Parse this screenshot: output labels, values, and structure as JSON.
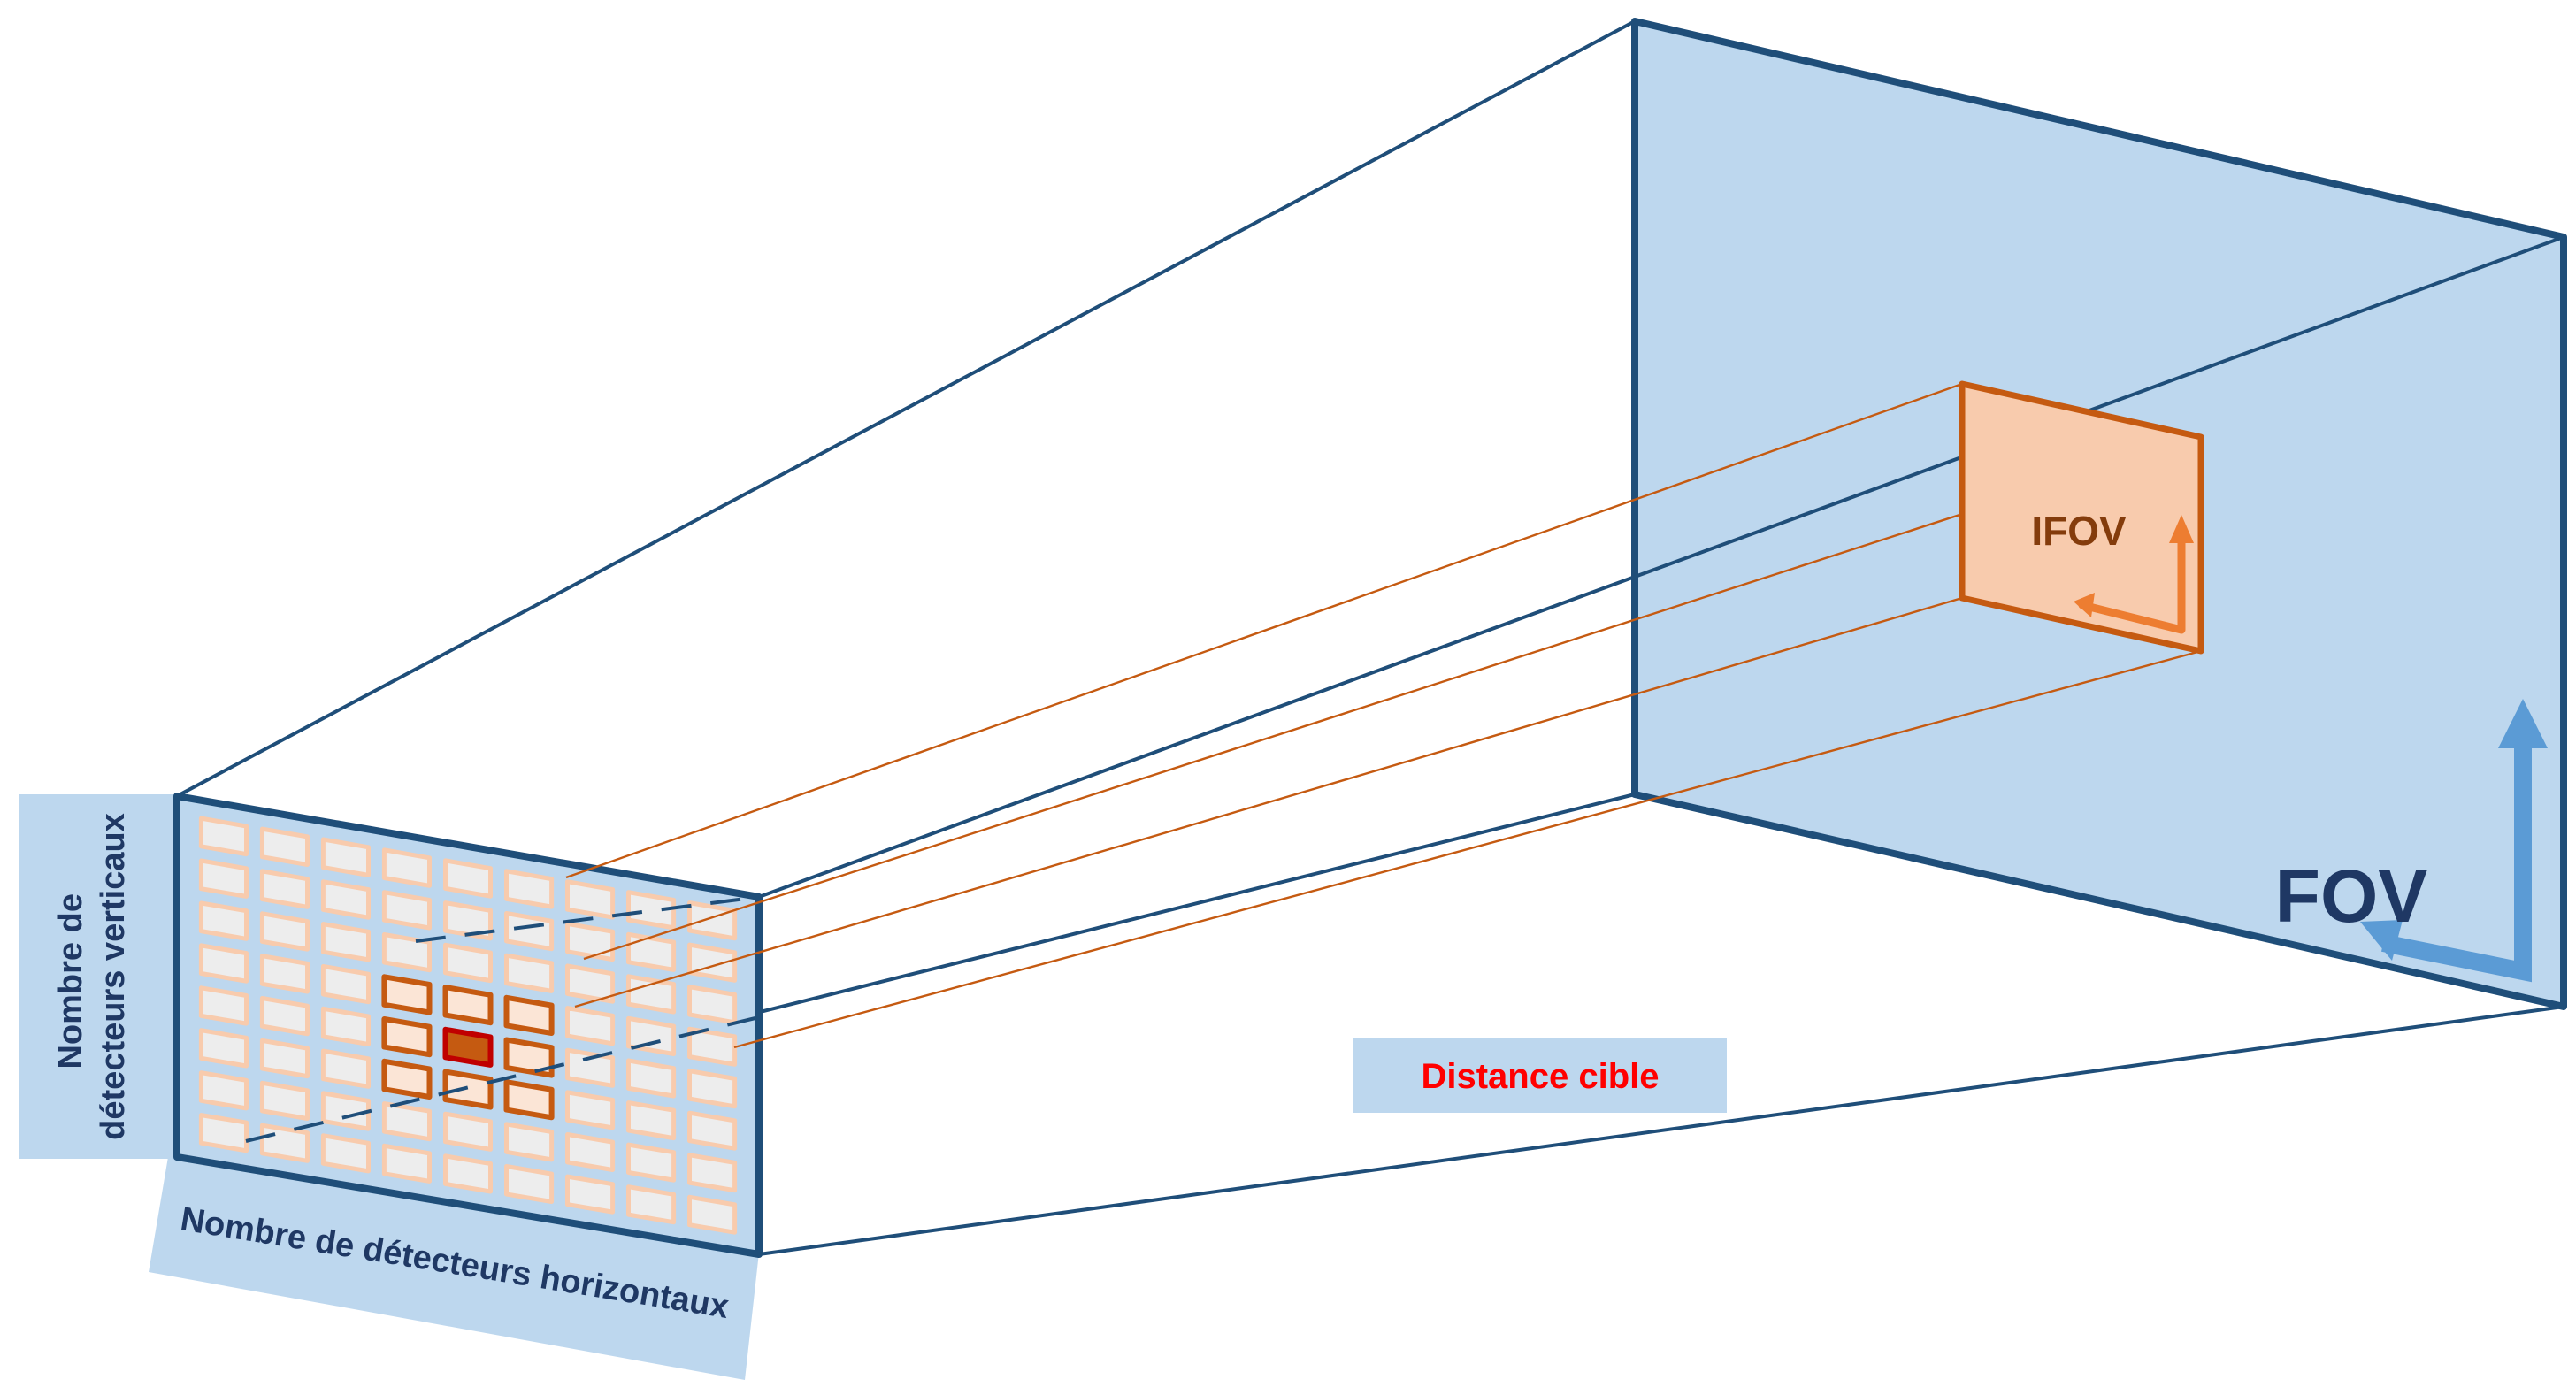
{
  "labels": {
    "vertical_detectors_line1": "Nombre de",
    "vertical_detectors_line2": "détecteurs verticaux",
    "horizontal_detectors": "Nombre de détecteurs horizontaux",
    "target_distance": "Distance cible",
    "ifov": "IFOV",
    "fov": "FOV"
  },
  "detector_grid": {
    "columns": 9,
    "rows": 8,
    "highlighted_center": {
      "col": 4,
      "row": 4
    },
    "highlighted_neighbors": [
      {
        "col": 3,
        "row": 3
      },
      {
        "col": 4,
        "row": 3
      },
      {
        "col": 5,
        "row": 3
      },
      {
        "col": 3,
        "row": 4
      },
      {
        "col": 5,
        "row": 4
      },
      {
        "col": 3,
        "row": 5
      },
      {
        "col": 4,
        "row": 5
      },
      {
        "col": 5,
        "row": 5
      }
    ]
  },
  "colors": {
    "frame": "#1f4e79",
    "fov_fill": "#bdd7ee",
    "label_box": "#bdd7ee",
    "label_text": "#1f3864",
    "distance_text": "#ff0000",
    "cell_fill": "#ededed",
    "cell_border": "#f8cbad",
    "highlight_border": "#c55a11",
    "highlight_fill": "#fbe5d6",
    "center_fill": "#c55a11",
    "center_border": "#c00000",
    "ifov_fill": "#f8cbad",
    "ifov_border": "#c55a11",
    "ifov_text": "#843c0c",
    "ray": "#c55a11",
    "ifov_arrow": "#ed7d31",
    "fov_arrow": "#5b9bd5"
  }
}
